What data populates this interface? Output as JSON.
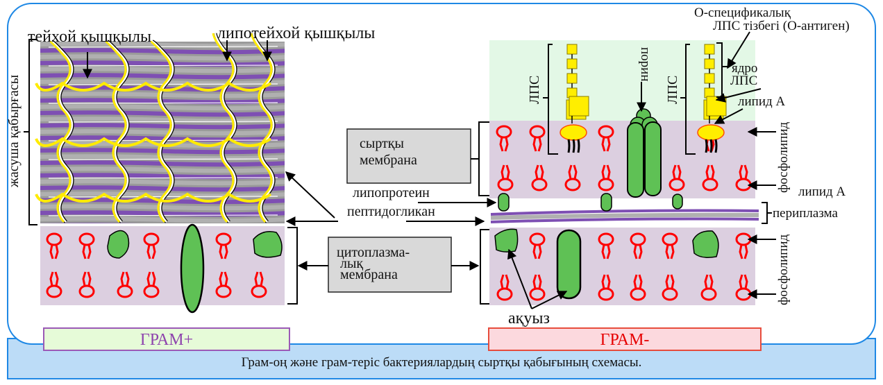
{
  "caption": "Грам-оң және грам-теріс бактериялардың сыртқы қабығының схемасы.",
  "panels": {
    "gram_positive": {
      "label": "ГРАМ+",
      "labels": {
        "teichoic_acid": "тейхой қышқылы",
        "lipoteichoic_acid": "липотейхой қышқылы",
        "cell_wall": "жасуша қабырғасы"
      }
    },
    "gram_negative": {
      "label": "ГРАМ-",
      "labels": {
        "o_antigen_line1": "О-спецификалық",
        "o_antigen_line2": "ЛПС тізбегі (О-антиген)",
        "lps": "ЛПС",
        "lps_core_line1": "ядро",
        "lps_core_line2": "ЛПС",
        "lipid_a": "липид А",
        "porin": "порин",
        "phospholipid": "фосфолипид",
        "lipid_a_2": "липид А",
        "periplasm": "периплазма",
        "protein": "ақуыз"
      }
    },
    "center": {
      "outer_membrane_line1": "сыртқы",
      "outer_membrane_line2": "мембрана",
      "lipoprotein": "липопротеин",
      "peptidoglycan": "пептидогликан",
      "cytoplasmic_line1": "цитоплазма-",
      "cytoplasmic_line2": "лық",
      "cytoplasmic_line3": "мембрана"
    }
  },
  "colors": {
    "frame_border": "#1e88e5",
    "caption_bg": "#bcdcf7",
    "membrane_bg": "#dccfe0",
    "lps_region_bg": "#e3f8e6",
    "peptidoglycan_purple": "#7e4fb3",
    "peptidoglycan_gray": "#b0b0b0",
    "teichoic_yellow": "#ffeb00",
    "phospholipid_red": "#ff0000",
    "protein_green": "#5fc155",
    "box_gray": "#d9d9d9"
  }
}
